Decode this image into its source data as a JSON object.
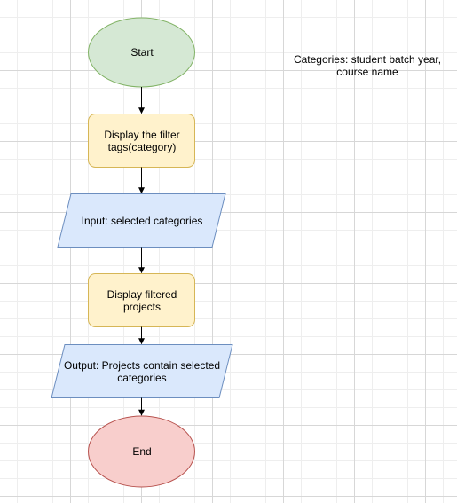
{
  "colors": {
    "start_fill": "#d5e8d4",
    "start_stroke": "#82b366",
    "process_fill": "#fff2cc",
    "process_stroke": "#d6b656",
    "io_fill": "#dae8fc",
    "io_stroke": "#6c8ebf",
    "end_fill": "#f8cecc",
    "end_stroke": "#b85450",
    "arrow": "#000000"
  },
  "nodes": {
    "start": "Start",
    "display_filter_tags": "Display the filter\ntags(category)",
    "input_selected_categories": "Input: selected categories",
    "display_filtered_projects": "Display filtered\nprojects",
    "output_projects": "Output: Projects contain selected\ncategories",
    "end": "End"
  },
  "annotation": {
    "categories_note": "Categories: student batch year,\ncourse name"
  }
}
